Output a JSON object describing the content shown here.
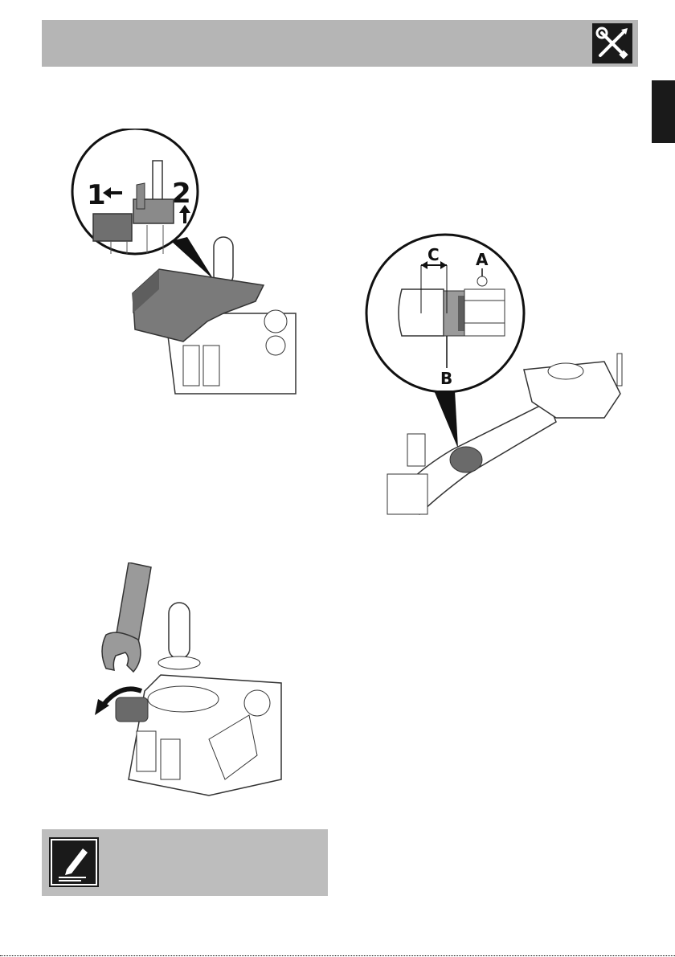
{
  "header": {
    "icon": "tools-icon"
  },
  "side_tab": {
    "color": "#1a1a1a"
  },
  "figure_1": {
    "step_1": "1",
    "step_2": "2",
    "icons": [
      "arrow-left-icon",
      "arrow-up-icon"
    ]
  },
  "figure_2": {
    "label_a": "A",
    "label_b": "B",
    "label_c": "C"
  },
  "figure_3": {
    "icons": [
      "wrench-icon",
      "rotate-arrow-icon"
    ]
  },
  "note": {
    "icon": "pencil-note-icon"
  },
  "colors": {
    "header": "#b5b5b5",
    "dark": "#1a1a1a",
    "note_bg": "#bdbdbd"
  }
}
